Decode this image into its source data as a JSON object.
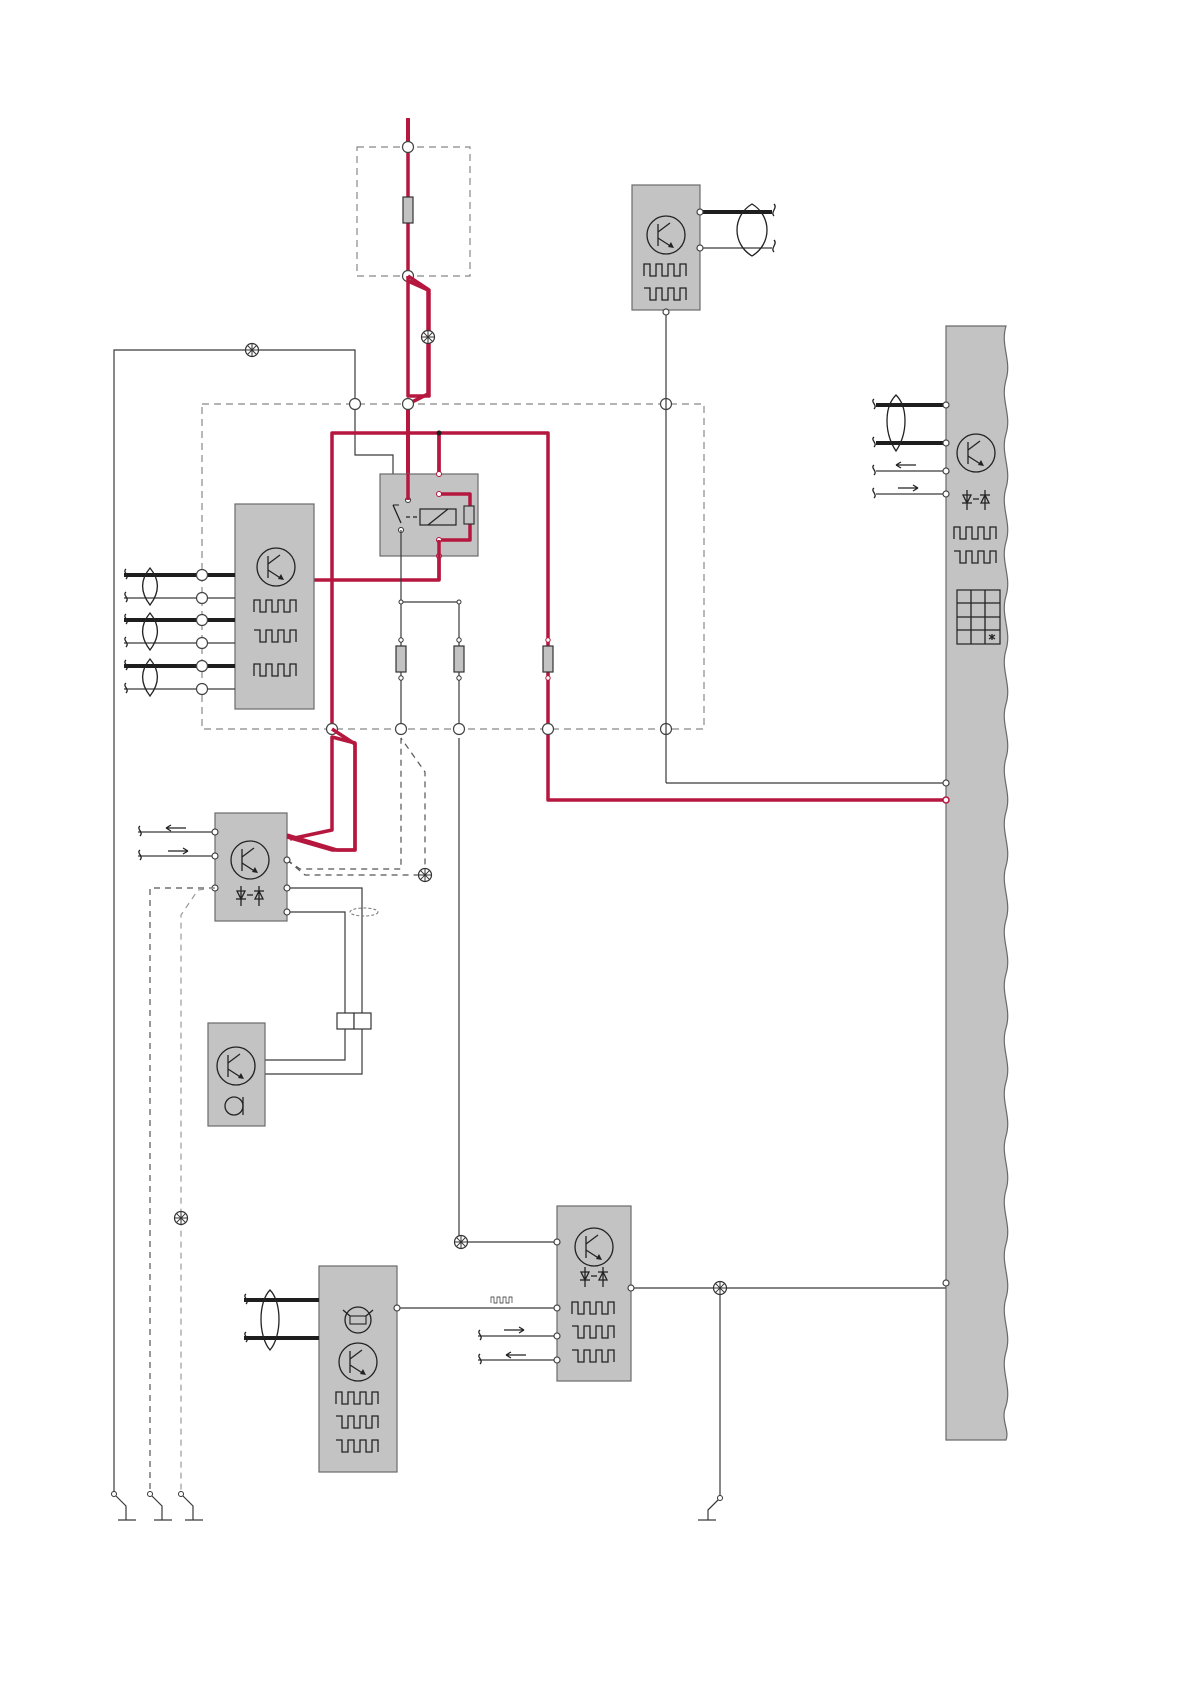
{
  "diagram": {
    "colors": {
      "power_wire": "#b5173f",
      "signal_wire": "#3a3a3a",
      "bus_wire": "#1e1e1e",
      "module_fill": "#c3c3c3",
      "zone_border": "#888888",
      "background": "#ffffff"
    },
    "symbols": {
      "module_logic": "transistor-icon",
      "waveform": "square-wave-icon",
      "diagnostics": "diode-pair-icon",
      "bus_twist": "twisted-pair-icon",
      "splice": "splice-star-icon",
      "ground": "ground-icon",
      "fuse": "fuse-icon",
      "relay": "relay-icon",
      "key": "keypad-icon",
      "antenna": "antenna-icon"
    },
    "modules": [
      {
        "id": "top-right-module",
        "symbols": [
          "transistor-icon",
          "square-wave-icon",
          "square-wave-icon"
        ]
      },
      {
        "id": "left-module",
        "symbols": [
          "transistor-icon",
          "square-wave-icon",
          "square-wave-icon",
          "square-wave-icon"
        ]
      },
      {
        "id": "relay-module",
        "symbols": [
          "relay-icon"
        ]
      },
      {
        "id": "central-bus-module",
        "symbols": [
          "transistor-icon",
          "diode-pair-icon",
          "square-wave-icon",
          "square-wave-icon",
          "keypad-icon"
        ]
      },
      {
        "id": "mid-left-module",
        "symbols": [
          "transistor-icon",
          "diode-pair-icon"
        ]
      },
      {
        "id": "small-module",
        "symbols": [
          "transistor-icon",
          "antenna-icon"
        ]
      },
      {
        "id": "bottom-middle-module",
        "symbols": [
          "transistor-icon",
          "diode-pair-icon",
          "square-wave-icon",
          "square-wave-icon",
          "square-wave-icon"
        ]
      },
      {
        "id": "bottom-left-module",
        "symbols": [
          "lamp-icon",
          "transistor-icon",
          "square-wave-icon",
          "square-wave-icon",
          "square-wave-icon"
        ]
      }
    ]
  }
}
